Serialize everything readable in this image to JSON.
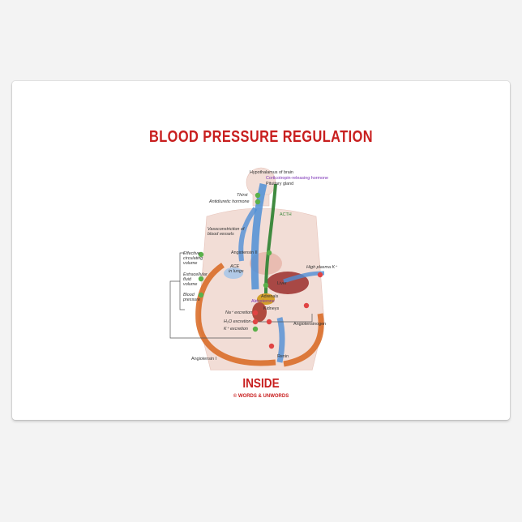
{
  "title": "BLOOD PRESSURE REGULATION",
  "footer": {
    "word": "INSIDE",
    "copyright": "© WORDS & UNWORDS"
  },
  "labels": {
    "hypothalamus": "Hypothalamus of brain",
    "crh": "Corticotropin-releasing hormone",
    "pituitary": "Pituitary gland",
    "thirst": "Thirst",
    "adh": "Antidiuretic hormone",
    "acth": "ACTH",
    "vasoconstriction": "Vasoconstriction of",
    "blood_vessels": "blood vessels",
    "angiotensin_ii": "Angiotensin II",
    "ace": "ACE",
    "in_lungs": "in lungs",
    "effective": "Effective",
    "circulating": "circulating",
    "volume1": "volume",
    "extracellular": "Extracellular",
    "fluid": "fluid",
    "volume2": "volume",
    "blood": "Blood",
    "pressure": "pressure",
    "high_k": "High plasma K⁺",
    "liver": "Liver",
    "adrenals": "Adrenals",
    "aldosterone": "Aldosterone",
    "kidneys": "Kidneys",
    "na_excretion": "Na⁺ excretion",
    "h2o_excretion": "H₂O excretion",
    "k_excretion": "K⁺ excretion",
    "angiotensinogen": "Angiotensinogen",
    "renin": "Renin",
    "angiotensin_i": "Angiotensin I"
  },
  "colors": {
    "title": "#c81e1e",
    "green": "#3f8a3f",
    "blue": "#4f8fd6",
    "orange": "#d8661f",
    "purple": "#7a2fb5"
  }
}
